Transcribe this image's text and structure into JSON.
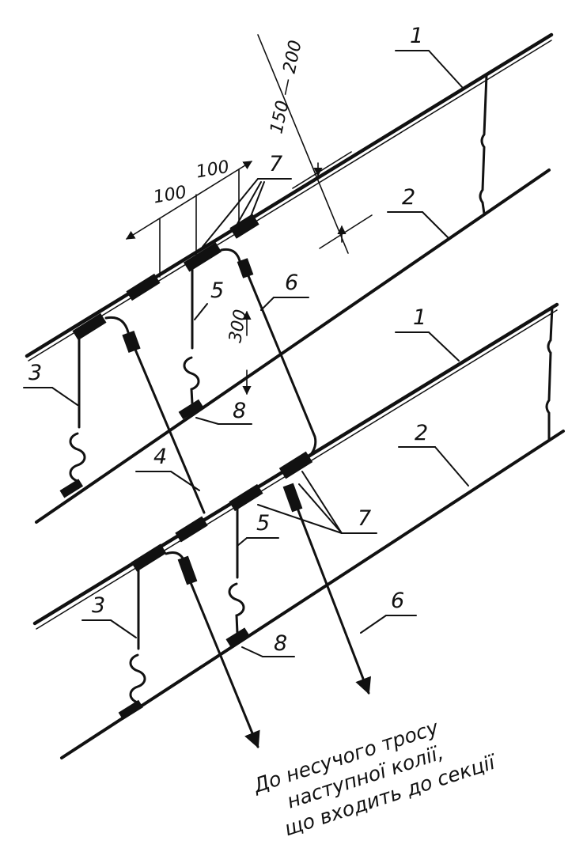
{
  "labels": {
    "messenger": "1",
    "contact_wire": "2",
    "dropper": "3",
    "connector": "4",
    "transverse_dropper": "5",
    "jumper": "6",
    "clamp": "7",
    "clip": "8"
  },
  "dimensions": {
    "d100_left": "100",
    "d100_right": "100",
    "d150_200": "150 — 200",
    "d300": "300"
  },
  "note": {
    "line1": "До несучого тросу",
    "line2": "наступної колії,",
    "line3": "що входить до секції"
  }
}
